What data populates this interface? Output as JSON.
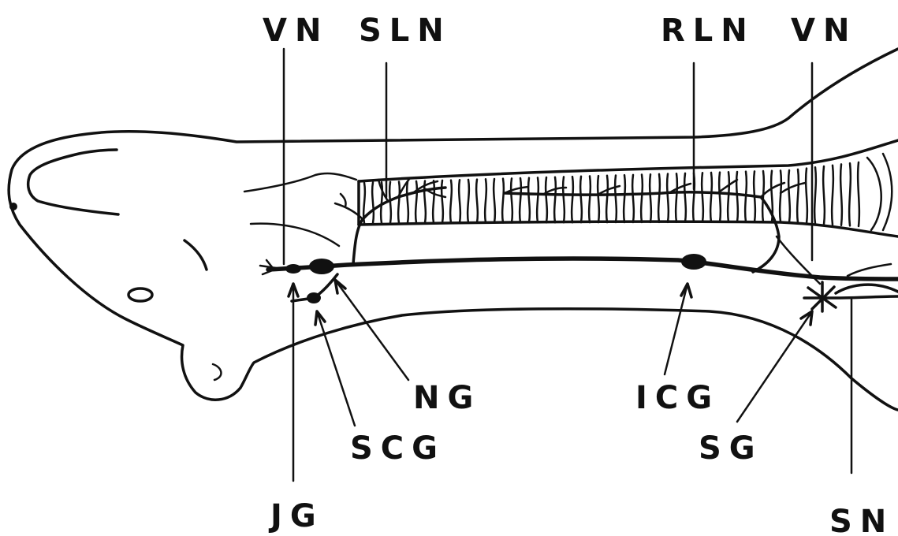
{
  "labels": {
    "vn_left": "VN",
    "sln": "SLN",
    "rln": "RLN",
    "vn_right": "VN",
    "ng": "NG",
    "scg": "SCG",
    "icg": "ICG",
    "sg": "SG",
    "jg": "JG",
    "sn": "SN"
  },
  "colors": {
    "ink": "#111111",
    "paper": "#ffffff"
  }
}
